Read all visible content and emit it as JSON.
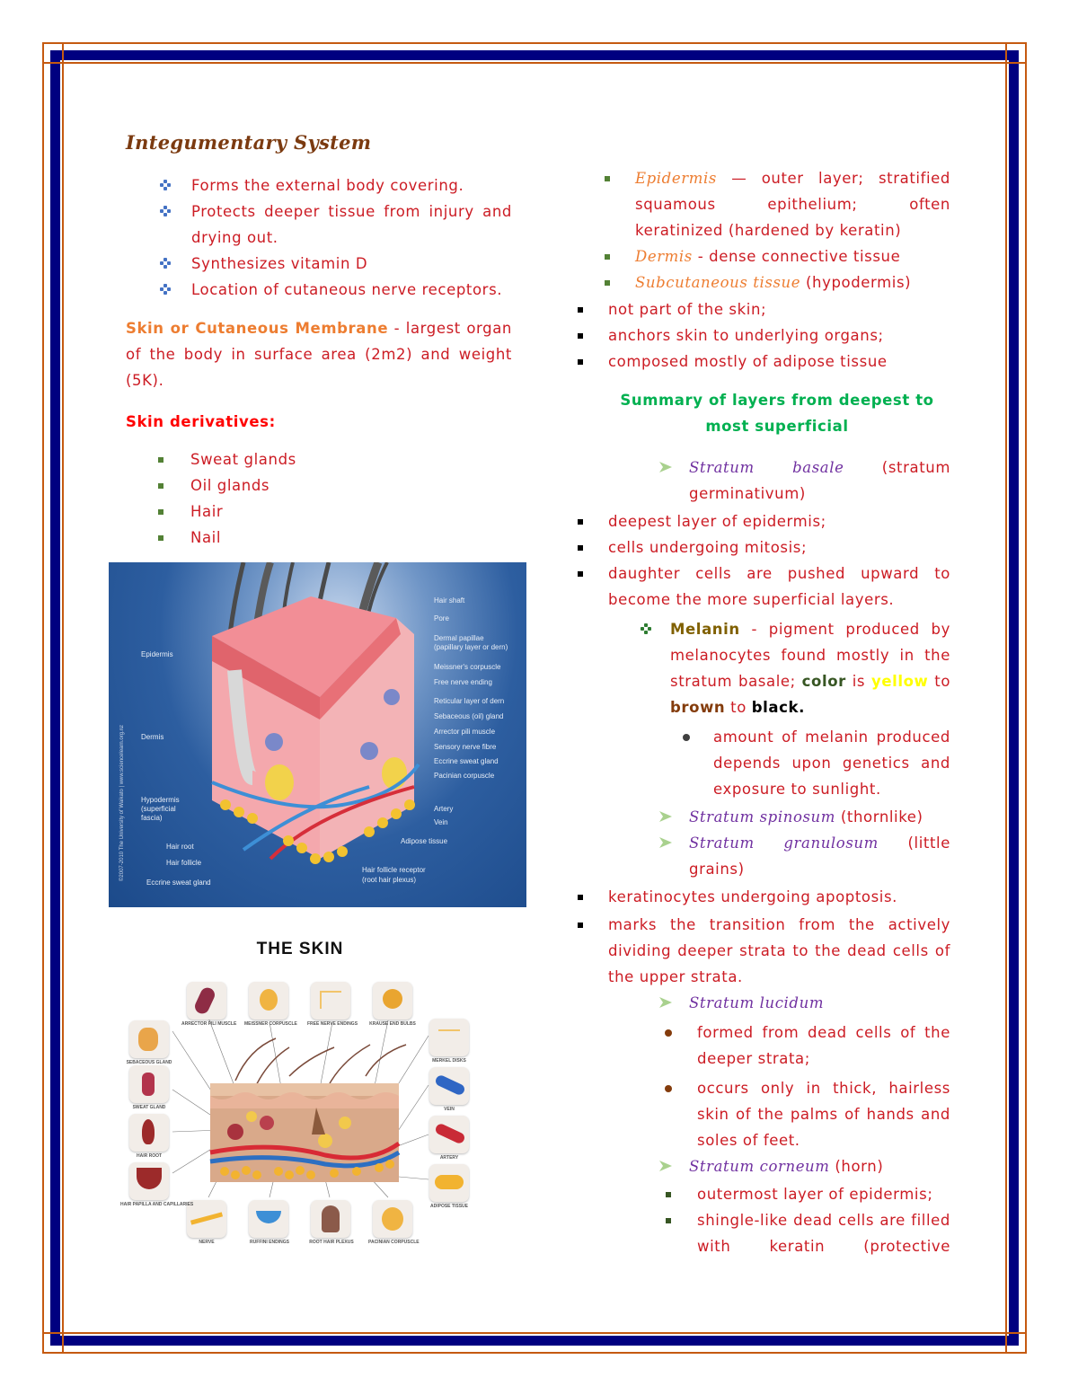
{
  "document": {
    "title": "Integumentary System",
    "intro_bullets": [
      "Forms the external body covering.",
      "Protects deeper tissue from injury and drying out.",
      "Synthesizes vitamin D",
      "Location of cutaneous nerve receptors."
    ],
    "skin_heading": "Skin or Cutaneous Membrane",
    "skin_text": " - largest organ of the body in surface area (2m2) and weight (5K).",
    "derivatives_heading": "Skin derivatives:",
    "derivatives": [
      "Sweat glands",
      "Oil glands",
      "Hair",
      "Nail"
    ],
    "layers": [
      {
        "name": "Epidermis",
        "desc": " — outer layer; stratified squamous epithelium; often keratinized (hardened by keratin)"
      },
      {
        "name": "Dermis",
        "desc": " - dense connective tissue"
      },
      {
        "name": "Subcutaneous tissue",
        "desc": " (hypodermis)"
      }
    ],
    "hypodermis_notes": [
      "not part of the skin;",
      "anchors skin to underlying organs;",
      "composed mostly of adipose tissue"
    ],
    "summary_heading": "Summary of layers from deepest to most superficial",
    "stratum_basale": {
      "name": "Stratum basale",
      "desc": " (stratum germinativum)"
    },
    "basale_notes": [
      "deepest layer of epidermis;",
      "cells undergoing mitosis;",
      "daughter cells are pushed upward to become the more superficial layers."
    ],
    "melanin": {
      "term": "Melanin",
      "text1": " - pigment produced by melanocytes found mostly in the stratum basale; ",
      "color_word": "color",
      "is": " is ",
      "yellow": "yellow",
      "to1": " to ",
      "brown": "brown",
      "to2": " to ",
      "black": "black.",
      "sub_note": "amount of melanin produced depends upon genetics and exposure to sunlight."
    },
    "stratum_spinosum": {
      "name": "Stratum spinosum",
      "desc": " (thornlike)"
    },
    "stratum_granulosum": {
      "name": "Stratum granulosum",
      "desc": " (little grains)"
    },
    "granulosum_notes": [
      "keratinocytes undergoing apoptosis.",
      "marks the transition from the actively dividing deeper strata to the dead cells of the upper strata."
    ],
    "stratum_lucidum": {
      "name": "Stratum lucidum"
    },
    "lucidum_notes": [
      "formed from dead cells of the deeper strata;",
      "occurs only in thick, hairless skin of the palms of hands and soles of feet."
    ],
    "stratum_corneum": {
      "name": "Stratum corneum",
      "desc": " (horn)"
    },
    "corneum_notes": [
      "outermost layer of epidermis;",
      "shingle-like dead cells are filled with keratin (protective"
    ]
  },
  "figure1": {
    "labels_left": [
      "Epidermis",
      "Dermis",
      "Hypodermis",
      "(superficial",
      "fascia)",
      "Hair root",
      "Hair follicle",
      "Eccrine sweat gland"
    ],
    "labels_right": [
      "Hair shaft",
      "Pore",
      "Dermal papillae",
      "(papillary layer or dern)",
      "Meissner's corpuscle",
      "Free nerve ending",
      "Reticular layer of dern",
      "Sebaceous (oil) gland",
      "Arrector pili muscle",
      "Sensory nerve fibre",
      "Eccrine sweat gland",
      "Pacinian corpuscle",
      "Artery",
      "Vein",
      "Adipose tissue",
      "Hair follicle receptor",
      "(root hair plexus)"
    ],
    "credit": "©2007-2010 The University of Waikato | www.sciencelearn.org.nz"
  },
  "figure2": {
    "title": "THE SKIN",
    "labels": {
      "arrector": "ARRECTOR PILI MUSCLE",
      "meissner": "MEISSNER CORPUSCLE",
      "free_nerve": "FREE NERVE ENDINGS",
      "krause": "KRAUSE END BULBS",
      "sebaceous": "SEBACEOUS GLAND",
      "merkel": "MERKEL DISKS",
      "sweat": "SWEAT GLAND",
      "vein": "VEIN",
      "hair_root": "HAIR ROOT",
      "artery": "ARTERY",
      "papilla": "HAIR PAPILLA AND CAPILLARIES",
      "adipose": "ADIPOSE TISSUE",
      "nerve": "NERVE",
      "ruffini": "RUFFINI ENDINGS",
      "root_plexus": "ROOT HAIR PLEXUS",
      "pacinian": "PACINIAN CORPUSCLE"
    }
  },
  "colors": {
    "border_navy": "#000080",
    "border_orange": "#c55a11",
    "body_text": "#cc1c24",
    "title": "#7b3a10",
    "term_orange": "#ed7d31",
    "stratum_purple": "#7030a0",
    "summary_green": "#00b050"
  }
}
